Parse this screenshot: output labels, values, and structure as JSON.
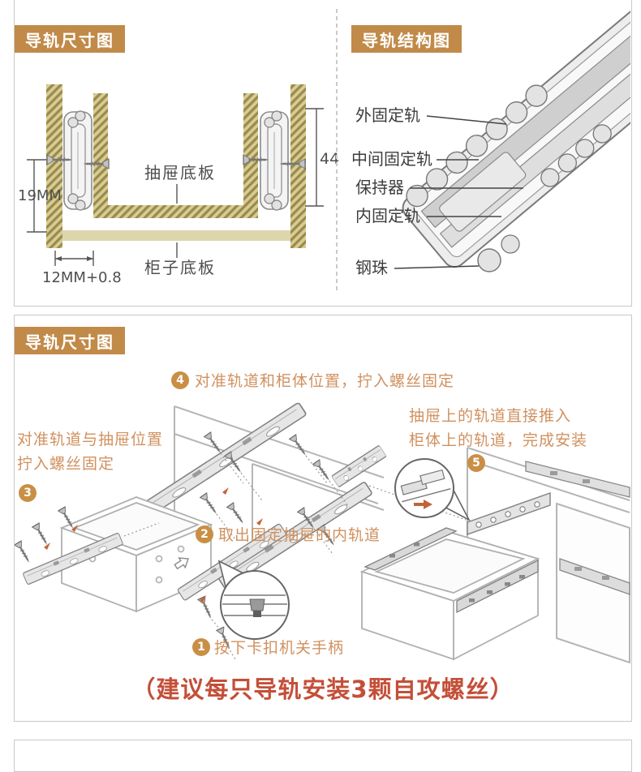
{
  "colors": {
    "header_bg": "#c18a48",
    "step_text": "#d0915f",
    "badge_bg": "#c98f45",
    "note_red": "#c44f38",
    "wood_fill": "#d9cc8e",
    "wood_hatch": "#978a52",
    "cabinet_bottom_fill": "#ddd6ad",
    "panel_border": "#c9c9c9"
  },
  "p1d": {
    "header": "导轨尺寸图",
    "drawer_bottom": "抽屉底板",
    "cabinet_bottom": "柜子底板",
    "dim_left": "19MM",
    "dim_bottom": "12MM+0.8",
    "dim_right": "44"
  },
  "p1s": {
    "header": "导轨结构图",
    "parts": [
      {
        "label": "外固定轨"
      },
      {
        "label": "中间固定轨"
      },
      {
        "label": "保持器"
      },
      {
        "label": "内固定轨"
      },
      {
        "label": "钢珠"
      }
    ]
  },
  "p2": {
    "header": "导轨尺寸图",
    "steps": [
      {
        "num": "1",
        "line1": "按下卡扣机关手柄",
        "line2": ""
      },
      {
        "num": "2",
        "line1": "取出固定抽屉的内轨道",
        "line2": ""
      },
      {
        "num": "3",
        "line1": "对准轨道与抽屉位置",
        "line2": "拧入螺丝固定"
      },
      {
        "num": "4",
        "line1": "对准轨道和柜体位置，拧入螺丝固定",
        "line2": ""
      },
      {
        "num": "5",
        "line1": "抽屉上的轨道直接推入",
        "line2": "柜体上的轨道，完成安装"
      }
    ],
    "note": "（建议每只导轨安装3颗自攻螺丝）"
  }
}
